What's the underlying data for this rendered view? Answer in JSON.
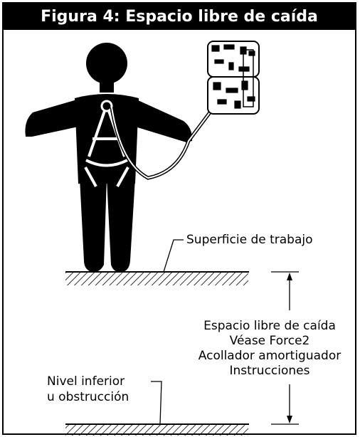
{
  "figure": {
    "title": "Figura 4: Espacio libre de caída"
  },
  "labels": {
    "work_surface": "Superficie de trabajo",
    "clearance_lines": [
      "Espacio libre de caída",
      "Véase Force2",
      "Acollador amortiguador",
      "Instrucciones"
    ],
    "lower_level_lines": [
      "Nivel inferior",
      "u obstrucción"
    ]
  },
  "icons": {
    "worker": "person-with-harness-icon",
    "lanyard": "shock-absorbing-lanyard-icon",
    "work_surface": "hatched-ground-icon",
    "lower_surface": "hatched-ground-icon",
    "dimension": "vertical-dimension-arrow-icon"
  }
}
